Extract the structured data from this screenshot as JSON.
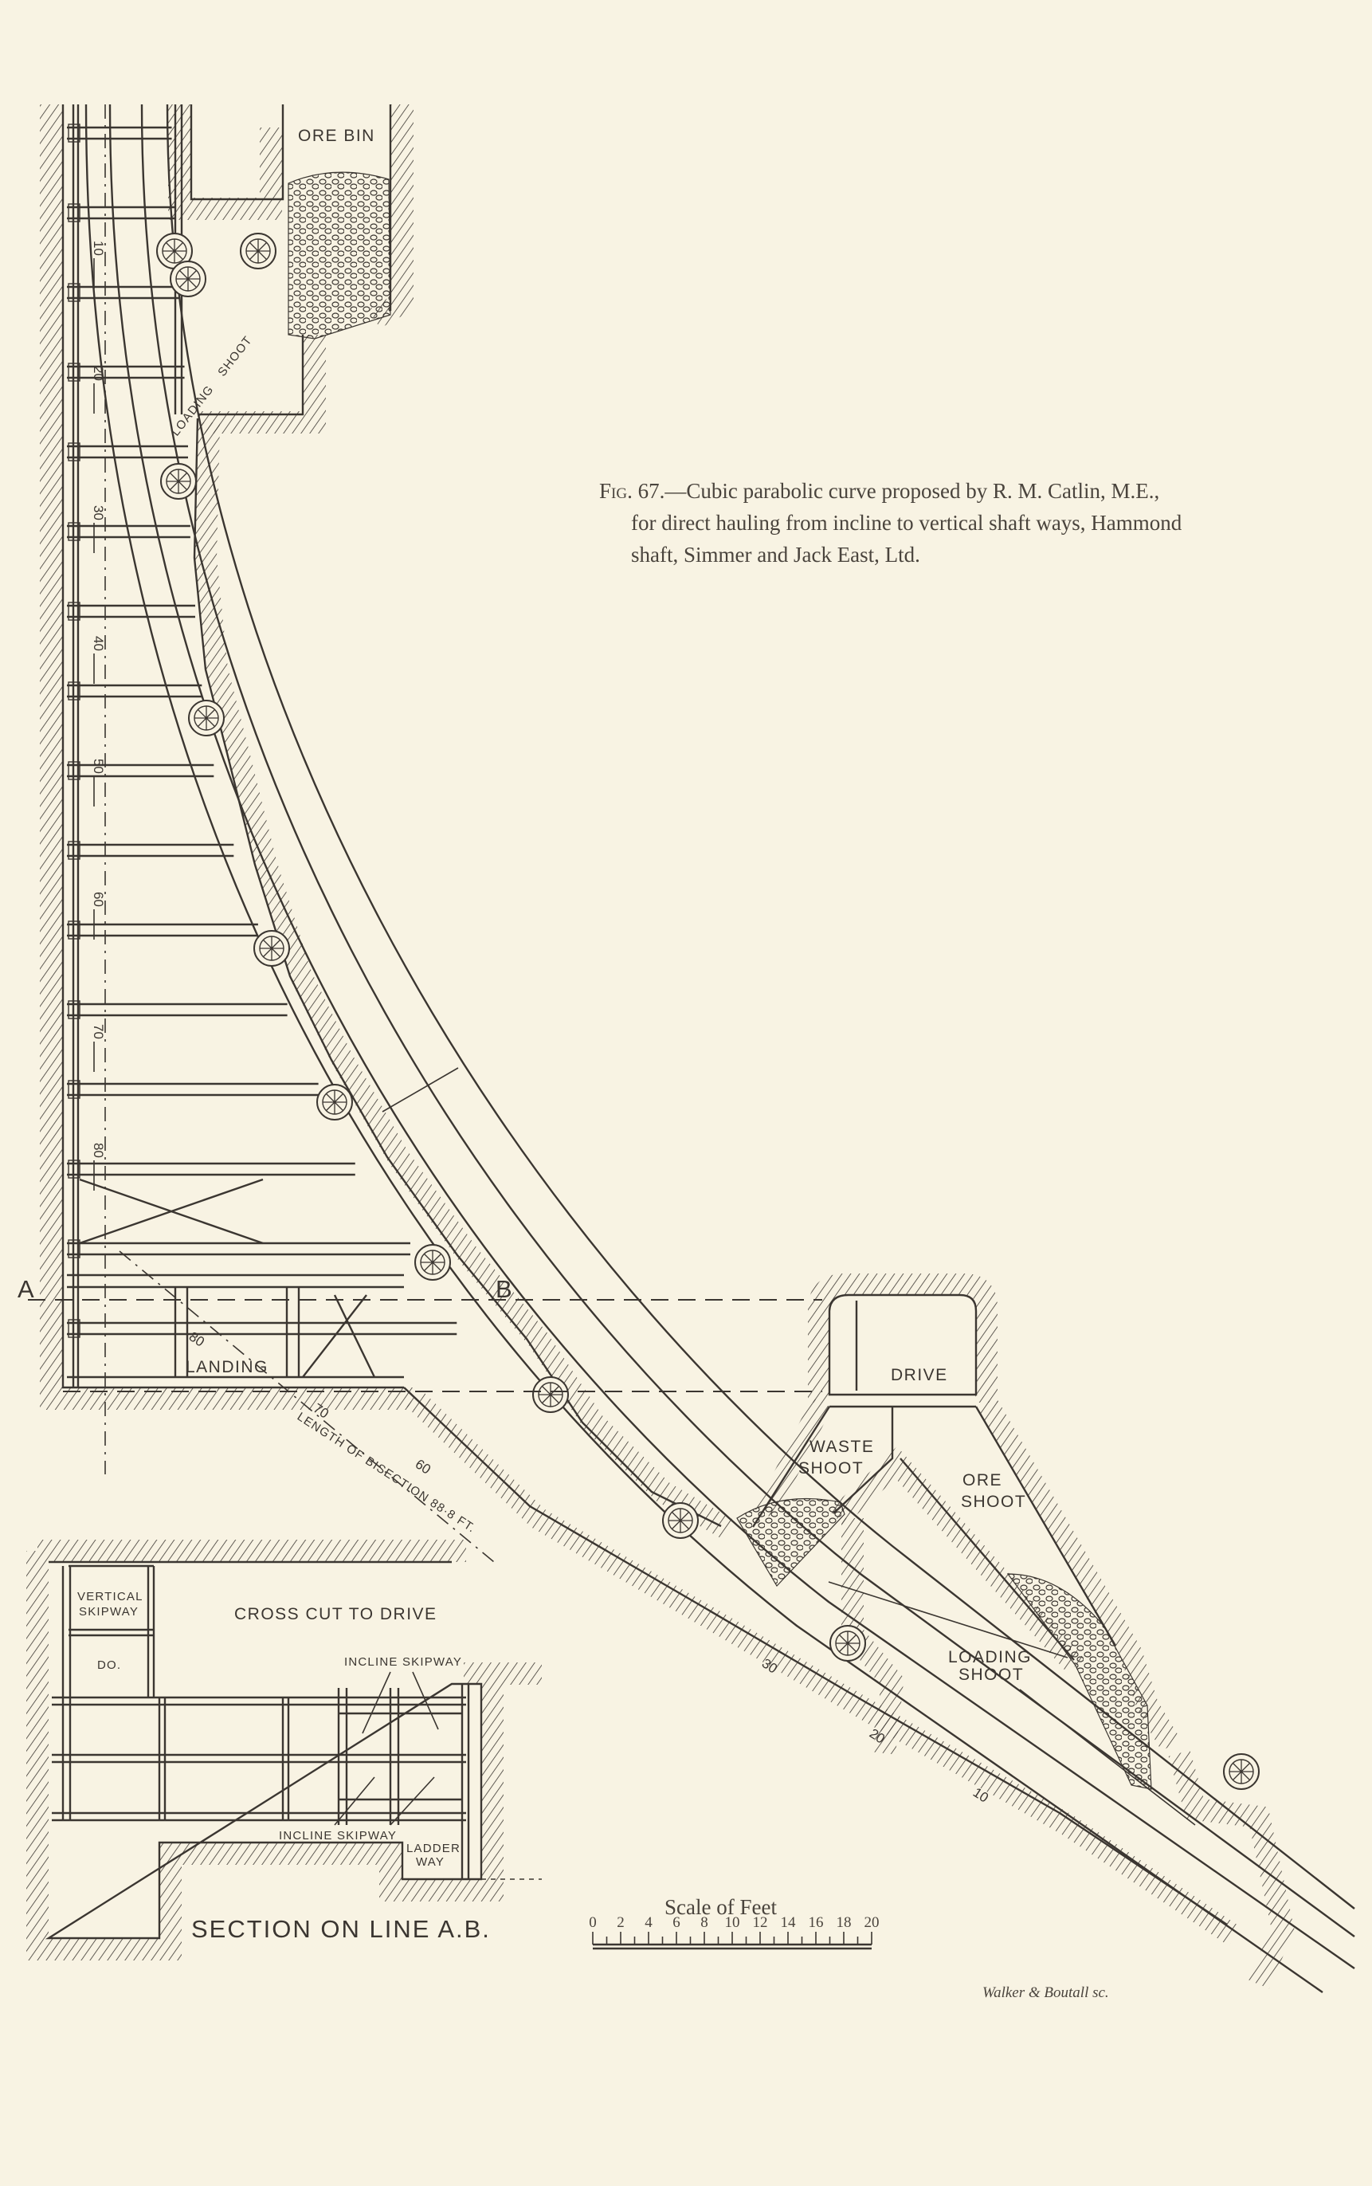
{
  "caption": {
    "fig": "Fig. 67.",
    "line1": "—Cubic parabolic curve proposed by R. M. Catlin, M.E.,",
    "line2": "for direct hauling from incline to vertical shaft ways, Hammond",
    "line3": "shaft, Simmer and Jack East, Ltd."
  },
  "labels": {
    "ore_bin": "ORE BIN",
    "loading_shoot_top_1": "LOADING",
    "loading_shoot_top_2": "SHOOT",
    "point_a": "A",
    "point_b": "B",
    "landing": "LANDING",
    "drive": "DRIVE",
    "waste_shoot_1": "WASTE",
    "waste_shoot_2": "SHOOT",
    "ore_shoot_1": "ORE",
    "ore_shoot_2": "SHOOT",
    "loading_shoot_1": "LOADING",
    "loading_shoot_2": "SHOOT",
    "bisection": "LENGTH OF BISECTION 88·8 FT."
  },
  "shaft_depths": [
    "10",
    "20",
    "30",
    "40",
    "50",
    "60",
    "70",
    "80"
  ],
  "bisection_marks": [
    "80",
    "70",
    "60"
  ],
  "incline_marks": [
    "30",
    "20",
    "10"
  ],
  "section": {
    "vertical_skipway_1": "VERTICAL",
    "vertical_skipway_2": "SKIPWAY",
    "ditto": "DO.",
    "cross_cut": "CROSS CUT TO DRIVE",
    "incline_skipway_top": "INCLINE SKIPWAY",
    "incline_skipway_bottom": "INCLINE SKIPWAY",
    "ladder_1": "LADDER",
    "ladder_2": "WAY",
    "title": "SECTION ON LINE A.B."
  },
  "scale": {
    "title": "Scale of Feet",
    "ticks": [
      "0",
      "2",
      "4",
      "6",
      "8",
      "10",
      "12",
      "14",
      "16",
      "18",
      "20"
    ]
  },
  "engraver": "Walker & Boutall sc."
}
